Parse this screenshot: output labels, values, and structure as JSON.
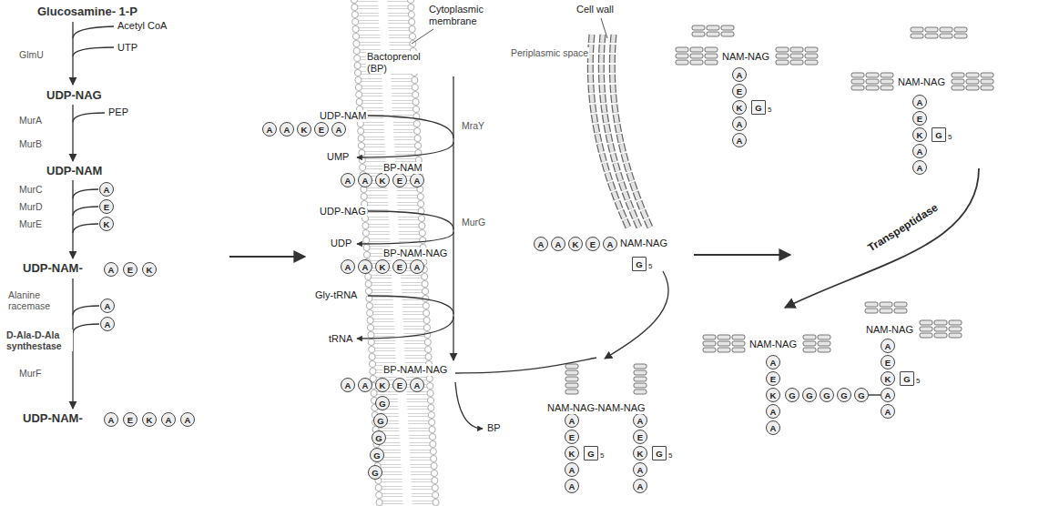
{
  "diagram": {
    "nodes": [
      {
        "text": [
          "A"
        ]
      },
      {
        "text": [
          "E"
        ]
      },
      {
        "text": [
          "K"
        ]
      },
      {
        "text": [
          "A"
        ]
      },
      {
        "text": [
          "E"
        ]
      },
      {
        "text": [
          "K"
        ]
      },
      {
        "text": [
          "A"
        ]
      },
      {
        "text": [
          "A"
        ]
      },
      {
        "text": [
          "A"
        ]
      },
      {
        "text": [
          "E"
        ]
      },
      {
        "text": [
          "K"
        ]
      },
      {
        "text": [
          "A"
        ]
      },
      {
        "text": [
          "A"
        ]
      },
      {
        "text": [
          "A"
        ]
      },
      {
        "text": [
          "A"
        ]
      },
      {
        "text": [
          "K"
        ]
      },
      {
        "text": [
          "E"
        ]
      },
      {
        "text": [
          "A"
        ]
      },
      {
        "text": [
          "A"
        ]
      },
      {
        "text": [
          "A"
        ]
      },
      {
        "text": [
          "K"
        ]
      },
      {
        "text": [
          "E"
        ]
      },
      {
        "text": [
          "A"
        ]
      },
      {
        "text": [
          "A"
        ]
      },
      {
        "text": [
          "A"
        ]
      },
      {
        "text": [
          "K"
        ]
      },
      {
        "text": [
          "E"
        ]
      },
      {
        "text": [
          "A"
        ]
      },
      {
        "text": [
          "A"
        ]
      },
      {
        "text": [
          "A"
        ]
      },
      {
        "text": [
          "K"
        ]
      },
      {
        "text": [
          "E"
        ]
      },
      {
        "text": [
          "A"
        ]
      },
      {
        "text": [
          "G"
        ]
      },
      {
        "text": [
          "G"
        ]
      },
      {
        "text": [
          "G"
        ]
      },
      {
        "text": [
          "G"
        ]
      },
      {
        "text": [
          "G"
        ]
      },
      {
        "text": [
          "A"
        ]
      },
      {
        "text": [
          "A"
        ]
      },
      {
        "text": [
          "K"
        ]
      },
      {
        "text": [
          "E"
        ]
      },
      {
        "text": [
          "A"
        ]
      },
      {
        "text": [
          "G"
        ]
      },
      {
        "text": [
          "A"
        ]
      },
      {
        "text": [
          "E"
        ]
      },
      {
        "text": [
          "K"
        ]
      },
      {
        "text": [
          "G"
        ]
      },
      {
        "text": [
          "A"
        ]
      },
      {
        "text": [
          "A"
        ]
      },
      {
        "text": [
          "A"
        ]
      },
      {
        "text": [
          "E"
        ]
      },
      {
        "text": [
          "K"
        ]
      },
      {
        "text": [
          "G"
        ]
      },
      {
        "text": [
          "A"
        ]
      },
      {
        "text": [
          "A"
        ]
      },
      {
        "text": [
          "A"
        ]
      },
      {
        "text": [
          "E"
        ]
      },
      {
        "text": [
          "K"
        ]
      },
      {
        "text": [
          "G"
        ]
      },
      {
        "text": [
          "A"
        ]
      },
      {
        "text": [
          "A"
        ]
      },
      {
        "text": [
          "A"
        ]
      },
      {
        "text": [
          "E"
        ]
      },
      {
        "text": [
          "K"
        ]
      },
      {
        "text": [
          "G"
        ]
      },
      {
        "text": [
          "A"
        ]
      },
      {
        "text": [
          "A"
        ]
      },
      {
        "text": [
          "A"
        ]
      },
      {
        "text": [
          "E"
        ]
      },
      {
        "text": [
          "K"
        ]
      },
      {
        "text": [
          "G"
        ]
      },
      {
        "text": [
          "G"
        ]
      },
      {
        "text": [
          "G"
        ]
      },
      {
        "text": [
          "G"
        ]
      },
      {
        "text": [
          "G"
        ]
      },
      {
        "text": [
          "A"
        ]
      },
      {
        "text": [
          "A"
        ]
      },
      {
        "text": [
          "A"
        ]
      },
      {
        "text": [
          "E"
        ]
      },
      {
        "text": [
          "K"
        ]
      },
      {
        "text": [
          "G"
        ]
      },
      {
        "text": [
          "A"
        ]
      },
      {
        "text": [
          "A"
        ]
      }
    ],
    "edges": [
      {
        "from": 75,
        "to": 82,
        "arrow": "none"
      }
    ],
    "labels": [
      "Glucosamine- 1-P",
      "Acetyl CoA",
      "GlmU",
      "UTP",
      "UDP-NAG",
      "PEP",
      "MurA",
      "MurB",
      "UDP-NAM",
      "MurC",
      "MurD",
      "MurE",
      "UDP-NAM-",
      "Alanine racemase",
      "D-Ala-D-Ala synthestase",
      "MurF",
      "UDP-NAM-",
      "Cytoplasmic membrane",
      "Cell wall",
      "Bactoprenol (BP)",
      "UDP-NAM",
      "MraY",
      "UMP",
      "Periplasmic space",
      "BP-NAM",
      "UDP-NAG",
      "MurG",
      "UDP",
      "BP-NAM-NAG",
      "Gly-tRNA",
      "tRNA",
      "BP-NAM-NAG",
      "BP",
      "NAM-NAG",
      "5",
      "NAM-NAG-NAM-NAG",
      "5",
      "5",
      "NAM-NAG",
      "5",
      "NAM-NAG",
      "5",
      "Transpeptidase",
      "NAM-NAG",
      "NAM-NAG",
      "5"
    ]
  }
}
